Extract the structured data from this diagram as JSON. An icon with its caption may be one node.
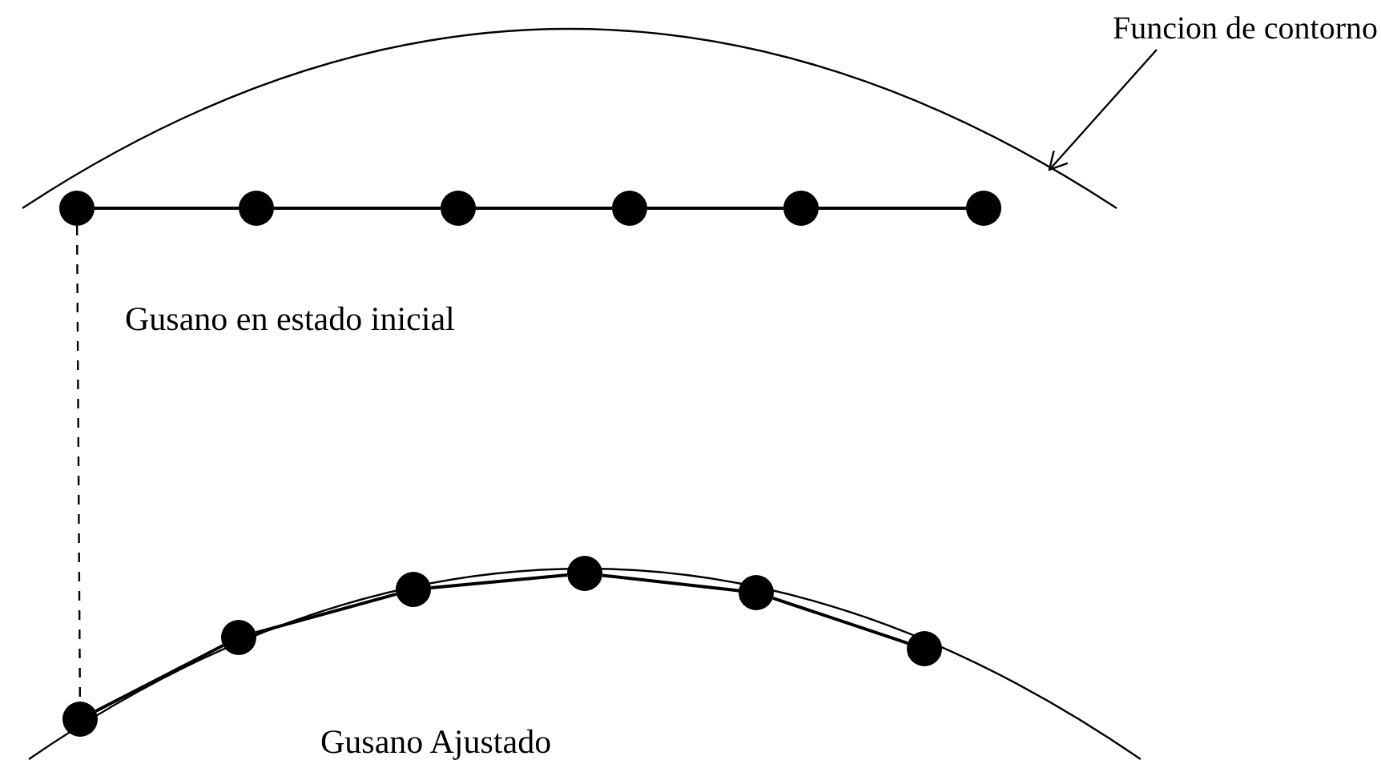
{
  "diagram": {
    "nodes": [
      {
        "text": [
          "Funcion de contorno"
        ]
      },
      {
        "text": [],
        "shape": "arc"
      },
      {
        "text": [],
        "shape": "circle"
      },
      {
        "text": [],
        "shape": "circle"
      },
      {
        "text": [],
        "shape": "circle"
      },
      {
        "text": [],
        "shape": "circle"
      },
      {
        "text": [],
        "shape": "circle"
      },
      {
        "text": [],
        "shape": "circle"
      },
      {
        "text": [],
        "shape": "circle"
      },
      {
        "text": [],
        "shape": "circle"
      },
      {
        "text": [],
        "shape": "circle"
      },
      {
        "text": [],
        "shape": "circle"
      },
      {
        "text": [],
        "shape": "circle"
      },
      {
        "text": [],
        "shape": "circle"
      }
    ],
    "edges": [
      {
        "from": 0,
        "to": 1,
        "arrow": "to"
      },
      {
        "from": 2,
        "to": 3,
        "arrow": "none"
      },
      {
        "from": 3,
        "to": 4,
        "arrow": "none"
      },
      {
        "from": 4,
        "to": 5,
        "arrow": "none"
      },
      {
        "from": 5,
        "to": 6,
        "arrow": "none"
      },
      {
        "from": 6,
        "to": 7,
        "arrow": "none"
      },
      {
        "from": 2,
        "to": 8,
        "arrow": "none",
        "style": "dashed"
      },
      {
        "from": 8,
        "to": 9,
        "arrow": "none"
      },
      {
        "from": 9,
        "to": 10,
        "arrow": "none"
      },
      {
        "from": 10,
        "to": 11,
        "arrow": "none"
      },
      {
        "from": 11,
        "to": 12,
        "arrow": "none"
      },
      {
        "from": 12,
        "to": 13,
        "arrow": "none"
      }
    ],
    "labels": [
      "Gusano en estado inicial",
      "Gusano Ajustado"
    ]
  }
}
